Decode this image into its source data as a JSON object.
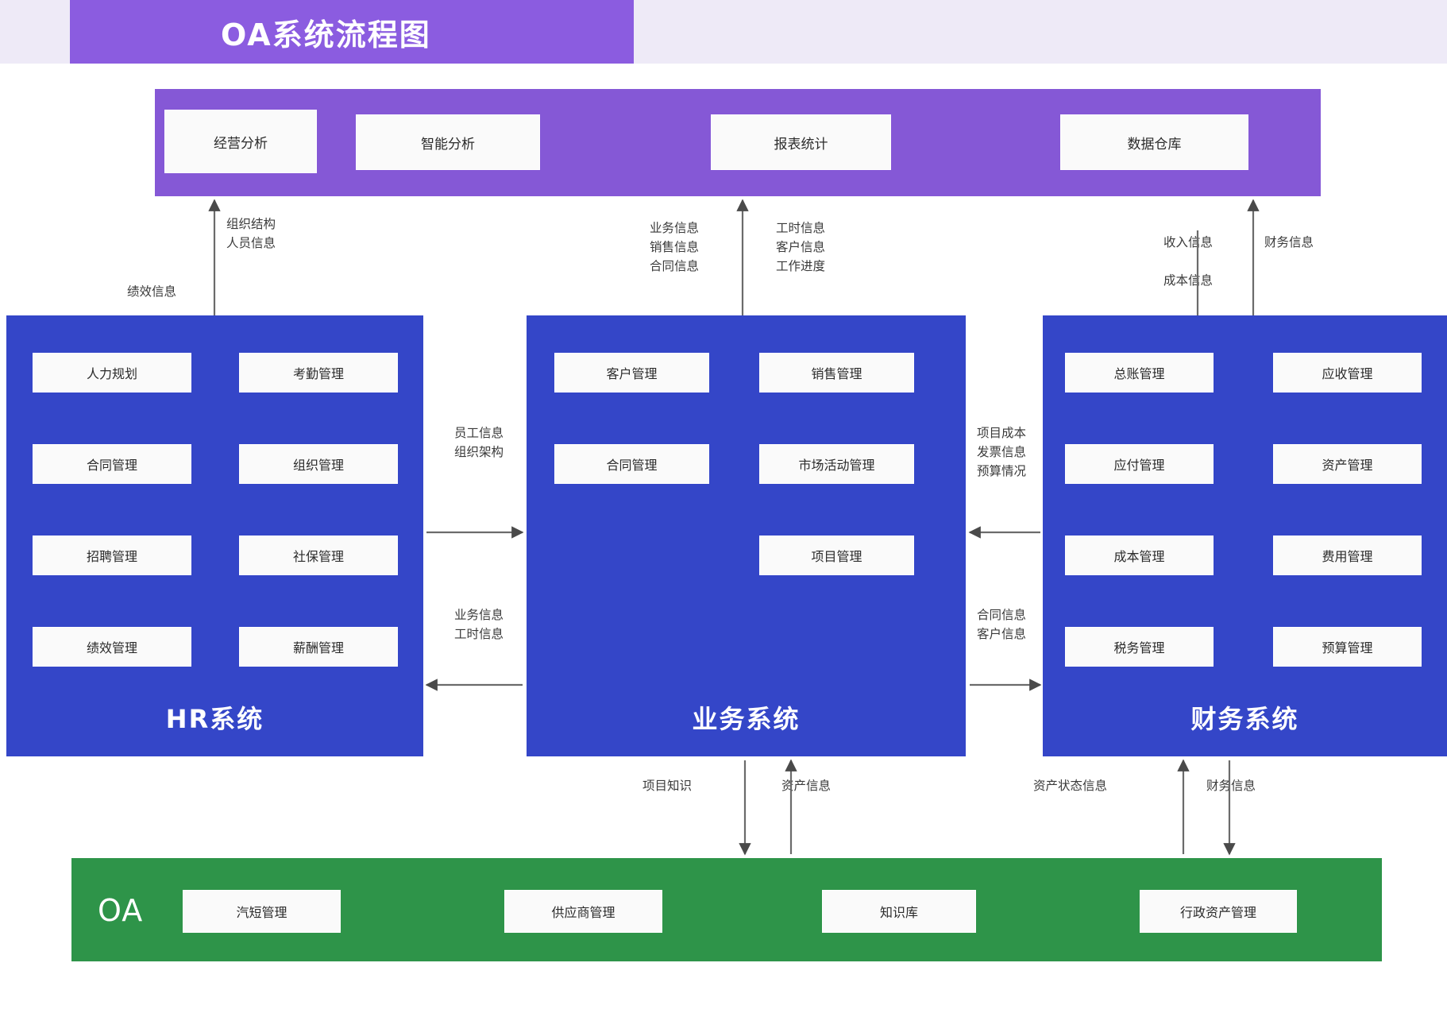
{
  "title": "OA系统流程图",
  "analytics_band": {
    "color": "#8558d6",
    "boxes": [
      {
        "label": "经营分析"
      },
      {
        "label": "智能分析"
      },
      {
        "label": "报表统计"
      },
      {
        "label": "数据仓库"
      }
    ]
  },
  "systems": [
    {
      "id": "hr",
      "title": "HR系统",
      "color": "#3446c8",
      "modules": [
        {
          "label": "人力规划"
        },
        {
          "label": "考勤管理"
        },
        {
          "label": "合同管理"
        },
        {
          "label": "组织管理"
        },
        {
          "label": "招聘管理"
        },
        {
          "label": "社保管理"
        },
        {
          "label": "绩效管理"
        },
        {
          "label": "薪酬管理"
        }
      ]
    },
    {
      "id": "business",
      "title": "业务系统",
      "color": "#3446c8",
      "modules": [
        {
          "label": "客户管理"
        },
        {
          "label": "销售管理"
        },
        {
          "label": "合同管理"
        },
        {
          "label": "市场活动管理"
        },
        {
          "label": "项目管理"
        }
      ]
    },
    {
      "id": "finance",
      "title": "财务系统",
      "color": "#3446c8",
      "modules": [
        {
          "label": "总账管理"
        },
        {
          "label": "应收管理"
        },
        {
          "label": "应付管理"
        },
        {
          "label": "资产管理"
        },
        {
          "label": "成本管理"
        },
        {
          "label": "费用管理"
        },
        {
          "label": "税务管理"
        },
        {
          "label": "预算管理"
        }
      ]
    }
  ],
  "oa_band": {
    "color": "#2e9449",
    "label": "OA",
    "boxes": [
      {
        "label": "汽短管理"
      },
      {
        "label": "供应商管理"
      },
      {
        "label": "知识库"
      },
      {
        "label": "行政资产管理"
      }
    ]
  },
  "connector_labels": {
    "hr_to_analytics": "组织结构\n人员信息",
    "hr_performance": "绩效信息",
    "biz_to_analytics_left": "业务信息\n销售信息\n合同信息",
    "biz_to_analytics_right": "工时信息\n客户信息\n工作进度",
    "fin_income": "收入信息\n\n成本信息",
    "fin_finance": "财务信息",
    "hr_biz_top": "员工信息\n组织架构",
    "hr_biz_bottom": "业务信息\n工时信息",
    "biz_fin_top": "项目成本\n发票信息\n预算情况",
    "biz_fin_bottom": "合同信息\n客户信息",
    "oa_project_knowledge": "项目知识",
    "oa_asset_info": "资产信息",
    "oa_asset_status": "资产状态信息",
    "oa_finance_info": "财务信息"
  }
}
